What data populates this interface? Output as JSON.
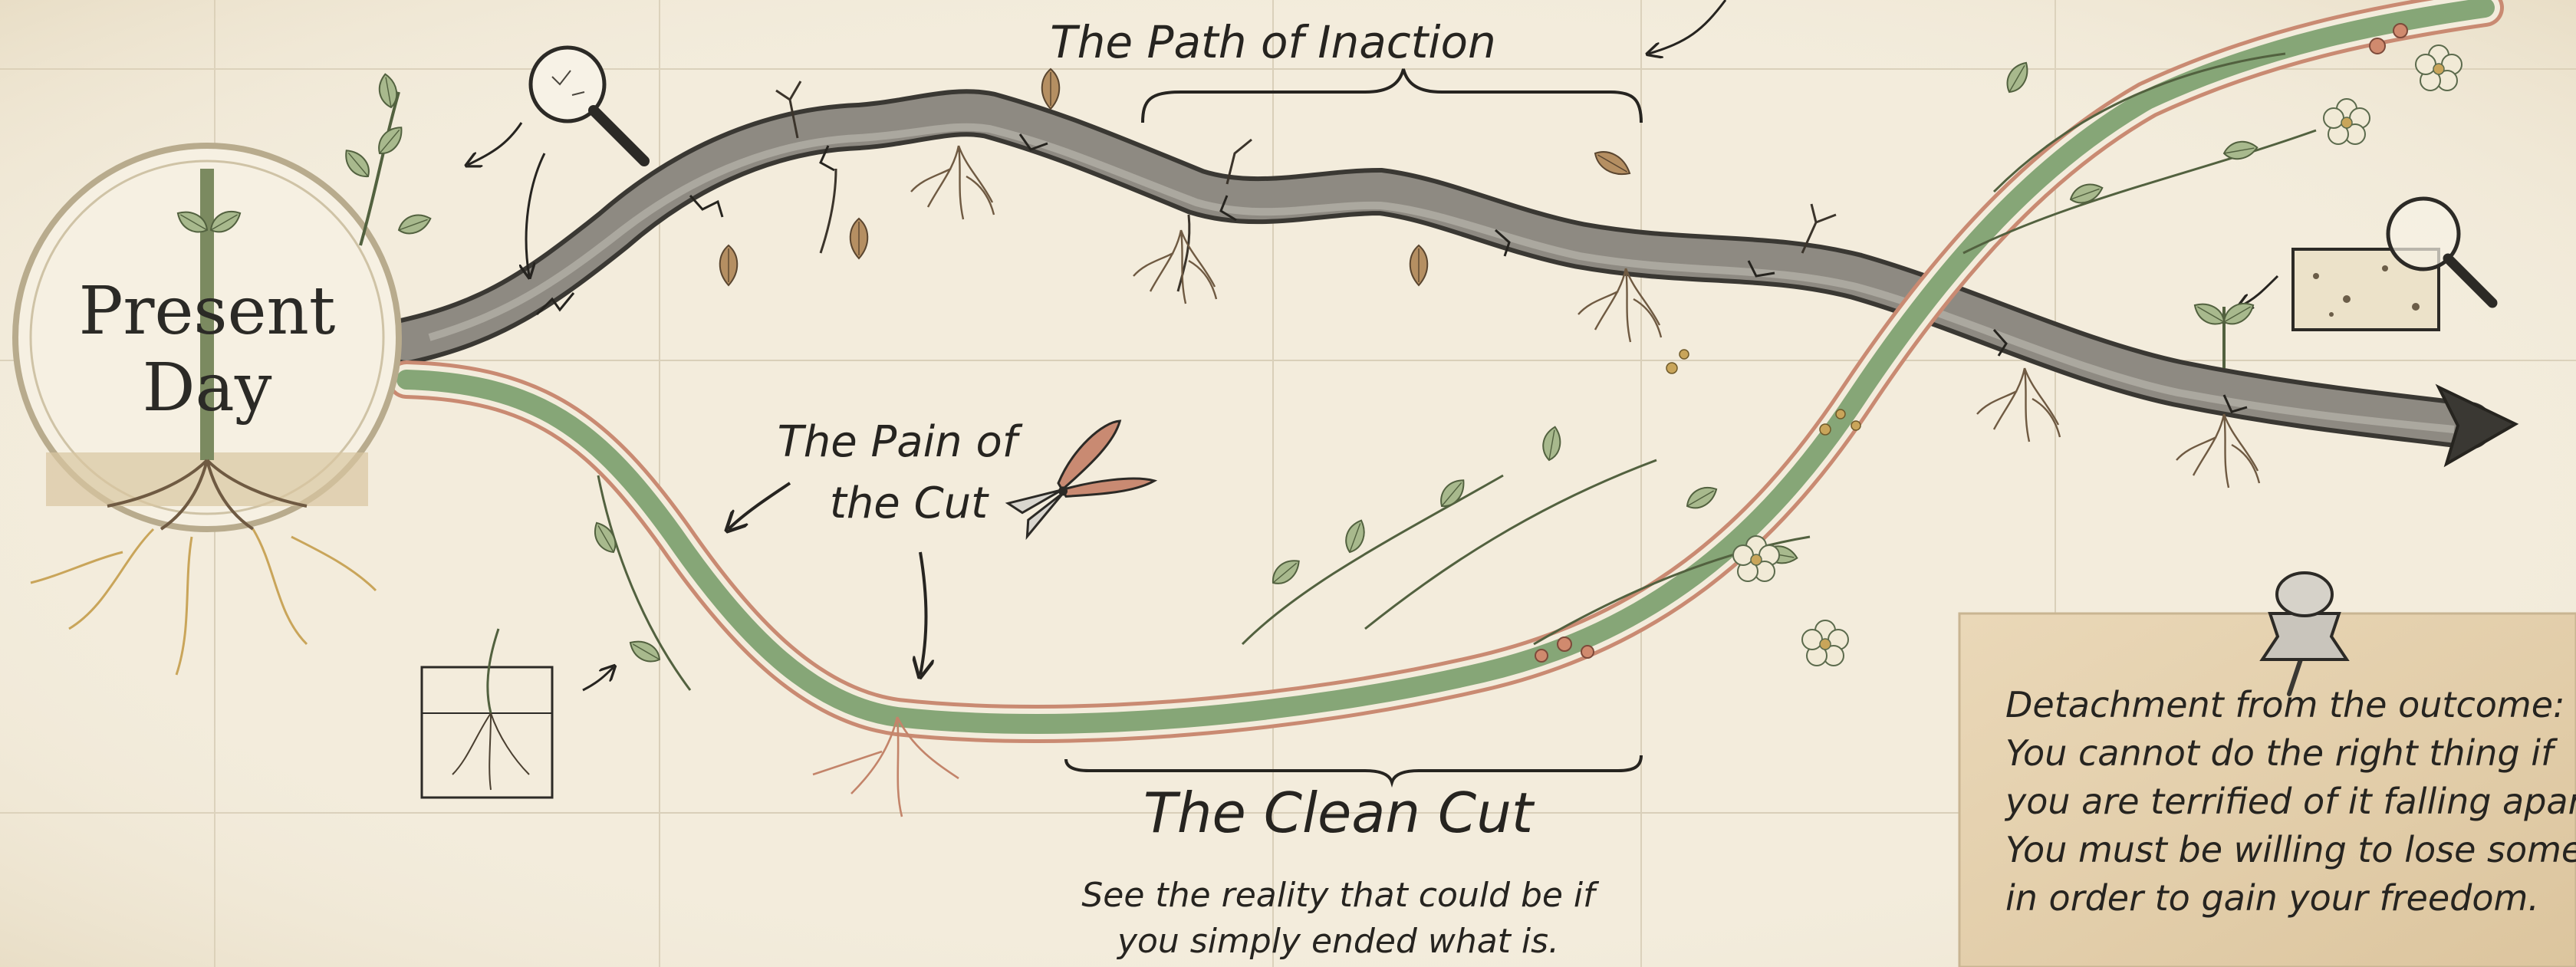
{
  "labels": {
    "present_day_line1": "Present",
    "present_day_line2": "Day",
    "path_of_inaction": "The Path of Inaction",
    "pain_of_cut_line1": "The Pain of",
    "pain_of_cut_line2": "the Cut",
    "clean_cut": "The Clean Cut",
    "clean_cut_sub_line1": "See the reality that could be if",
    "clean_cut_sub_line2": "you simply ended what is."
  },
  "note": {
    "lines": [
      "Detachment from the outcome:",
      "You cannot do the right thing if",
      "you are terrified of it falling apart.",
      "You must be willing to lose something",
      "in order to gain your freedom."
    ]
  },
  "colors": {
    "background": "#f3ecdc",
    "path_gray": "#8e8a82",
    "path_green": "#86a677",
    "path_rose": "#c98a72",
    "ink": "#262420",
    "note_paper": "#e8d6b7"
  }
}
